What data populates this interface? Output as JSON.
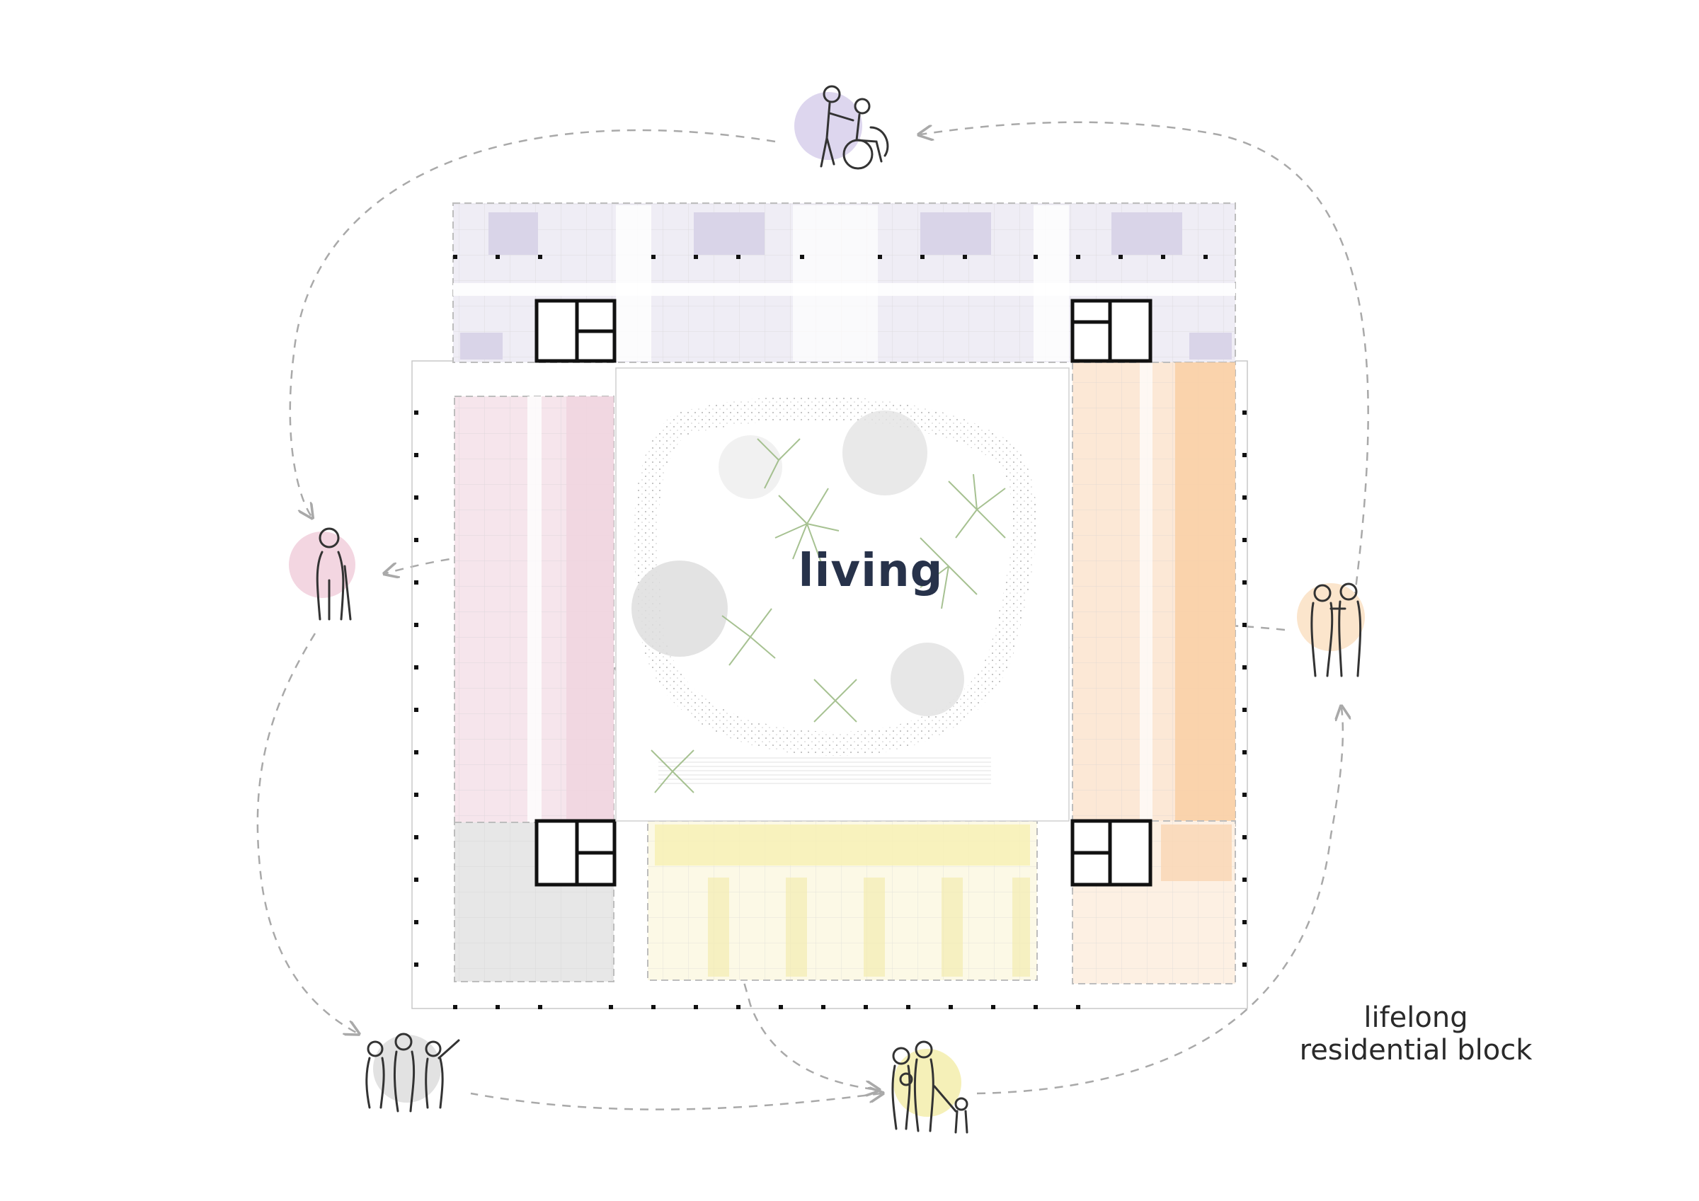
{
  "center_label": "living",
  "caption": {
    "line1": "lifelong",
    "line2": "residential block"
  },
  "colors": {
    "north_wing": "#e9e6f2",
    "north_accent": "#d9d4e8",
    "west_wing": "#f6e3ea",
    "west_accent": "#f0d2dd",
    "east_wing": "#fbe3cf",
    "east_accent": "#f8cfa6",
    "south_wing": "#fbf7dc",
    "south_accent": "#f5efae",
    "southwest_wing": "#e6e6e6",
    "courtyard_green": "#9dbb86",
    "circle_purple": "#ddd6ee",
    "circle_pink": "#f3d6e1",
    "circle_peach": "#fbe5cc",
    "circle_grey": "#e2e2e2",
    "circle_yellow": "#f5f0b8",
    "label_color": "#27324a",
    "dash_color": "#a9a9a9"
  },
  "user_groups": [
    {
      "icon": "caregiver-wheelchair-icon",
      "circle": "purple"
    },
    {
      "icon": "elderly-cane-icon",
      "circle": "pink"
    },
    {
      "icon": "couple-icon",
      "circle": "peach"
    },
    {
      "icon": "friends-group-icon",
      "circle": "grey"
    },
    {
      "icon": "family-children-icon",
      "circle": "yellow"
    }
  ]
}
